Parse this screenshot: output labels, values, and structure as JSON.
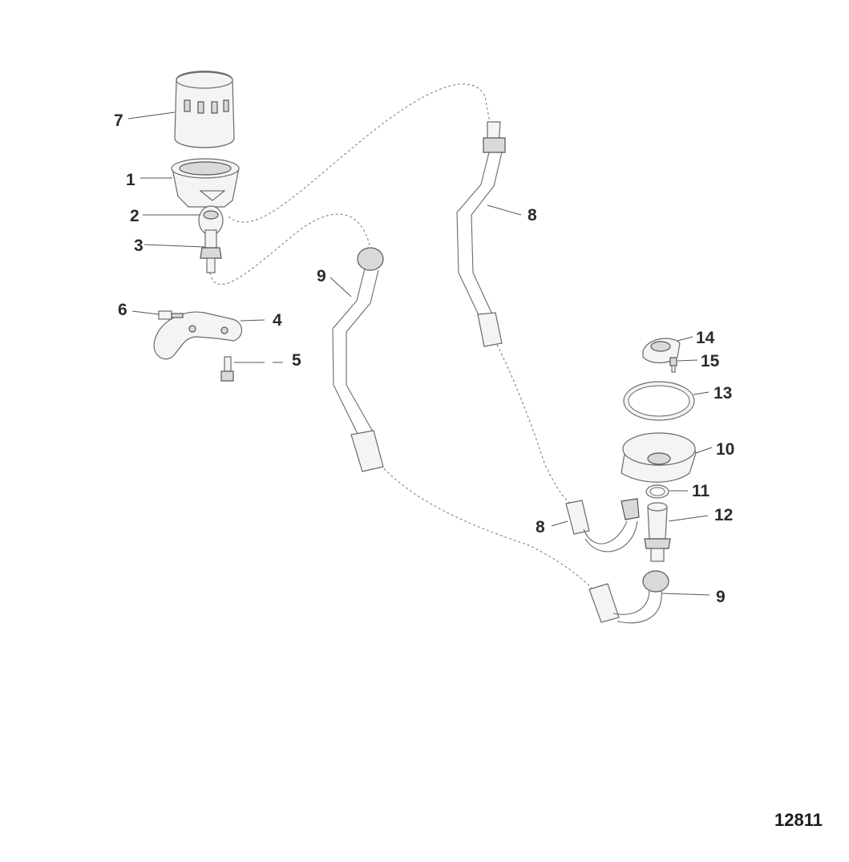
{
  "diagram": {
    "figure_number": "12811",
    "callouts": {
      "c1": "1",
      "c2": "2",
      "c3": "3",
      "c4": "4",
      "c5": "5",
      "c6": "6",
      "c7": "7",
      "c8a": "8",
      "c8b": "8",
      "c9a": "9",
      "c9b": "9",
      "c10": "10",
      "c11": "11",
      "c12": "12",
      "c13": "13",
      "c14": "14",
      "c15": "15"
    }
  }
}
